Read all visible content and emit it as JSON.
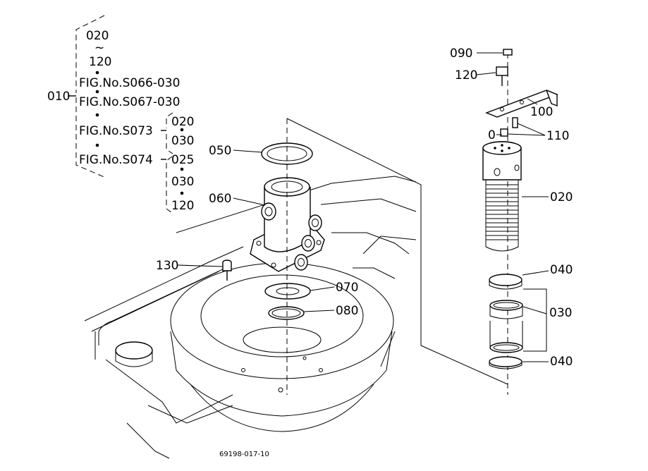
{
  "callouts": {
    "c010": "010",
    "c020_top": "020",
    "tilde": "~",
    "c120_top": "120",
    "fig1": "FIG.No.S066-030",
    "fig2": "FIG.No.S067-030",
    "fig3": "FIG.No.S073",
    "fig3a": "020",
    "fig3b": "030",
    "fig4": "FIG.No.S074",
    "fig4a": "025",
    "fig4b": "030",
    "fig4c": "120",
    "c050": "050",
    "c060": "060",
    "c130": "130",
    "c070": "070",
    "c080": "080",
    "c090": "090",
    "c120": "120",
    "c100": "100",
    "c110": "110",
    "c110_zero": "0",
    "c020": "020",
    "c040_top": "040",
    "c030": "030",
    "c040_bot": "040"
  },
  "footer": {
    "drawing_number": "69198-017-10"
  }
}
